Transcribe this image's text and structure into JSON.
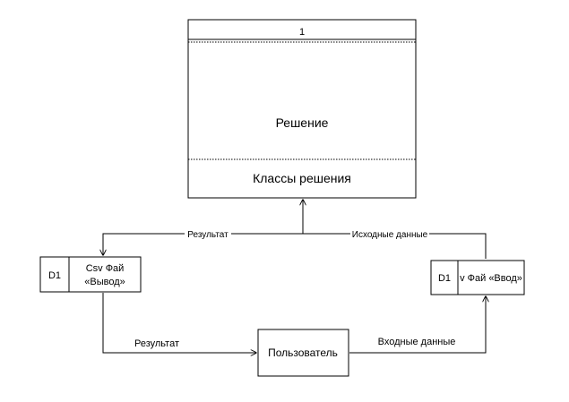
{
  "process": {
    "number": "1",
    "name": "Решение",
    "footer": "Классы решения"
  },
  "store_output": {
    "id": "D1",
    "label_line1": "Csv Фай",
    "label_line2": "«Вывод»"
  },
  "store_input": {
    "id": "D1",
    "label": "v Фай «Ввод»"
  },
  "entity": {
    "label": "Пользователь"
  },
  "flows": {
    "result_top": "Результат",
    "source_data": "Исходные данные",
    "result_bottom": "Результат",
    "input_data": "Входные данные"
  },
  "colors": {
    "stroke": "#000000",
    "background": "#ffffff"
  }
}
